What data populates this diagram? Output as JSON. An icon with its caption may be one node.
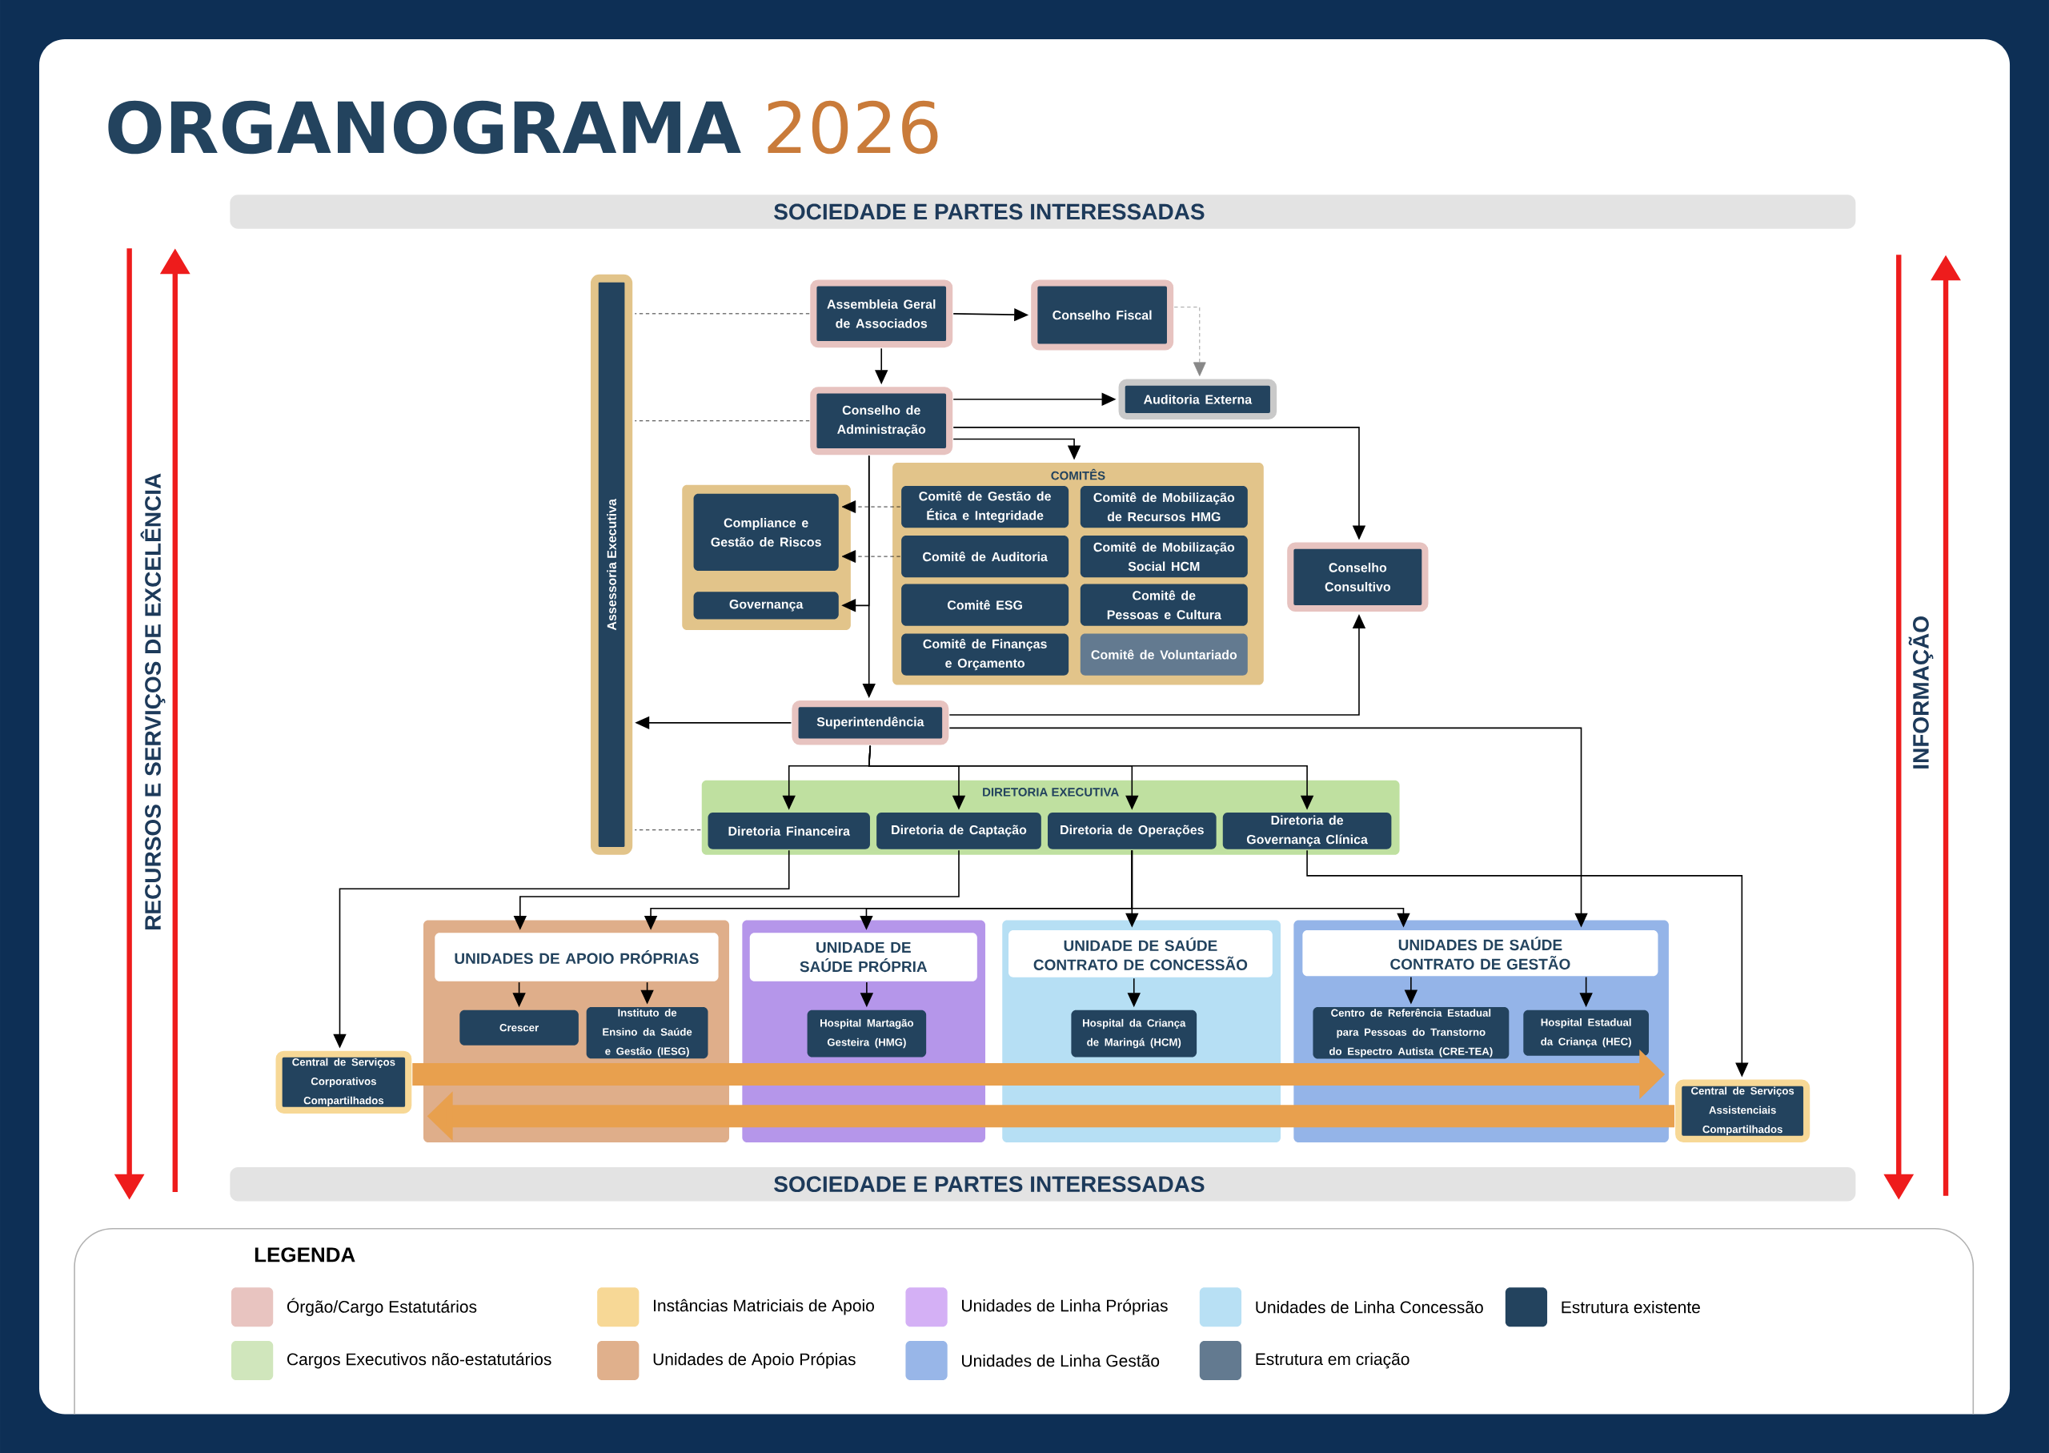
{
  "diagram": {
    "title": "ORGANOGRAMA",
    "nodes": [
      {
        "text": [
          "Assessoria Executiva"
        ]
      },
      {
        "text": [
          "Assembleia Geral de Associados"
        ]
      },
      {
        "text": [
          "Conselho Fiscal"
        ]
      },
      {
        "text": [
          "Auditoria Externa"
        ]
      },
      {
        "text": [
          "Conselho de Administração"
        ]
      },
      {
        "text": [],
        "shape": "box"
      },
      {
        "text": [
          "Compliance e Gestão de Riscos"
        ],
        "in": 5
      },
      {
        "text": [
          "Governança"
        ],
        "in": 5
      },
      {
        "text": [
          "COMITÊS"
        ]
      },
      {
        "text": [
          "Comitê de Gestão de Ética e Integridade"
        ],
        "in": 8
      },
      {
        "text": [
          "Comitê de Mobilização de Recursos HMG"
        ],
        "in": 8
      },
      {
        "text": [
          "Comitê de Auditoria"
        ],
        "in": 8
      },
      {
        "text": [
          "Comitê de Mobilização Social HCM"
        ],
        "in": 8
      },
      {
        "text": [
          "Comitê ESG"
        ],
        "in": 8
      },
      {
        "text": [
          "Comitê de Pessoas e Cultura"
        ],
        "in": 8
      },
      {
        "text": [
          "Comitê de Finanças e Orçamento"
        ],
        "in": 8
      },
      {
        "text": [
          "Comitê de Voluntariado"
        ],
        "in": 8
      },
      {
        "text": [
          "Conselho Consultivo"
        ]
      },
      {
        "text": [
          "Superintendência"
        ]
      },
      {
        "text": [
          "DIRETORIA EXECUTIVA"
        ]
      },
      {
        "text": [
          "Diretoria Financeira"
        ],
        "in": 19
      },
      {
        "text": [
          "Diretoria de Captação"
        ],
        "in": 19
      },
      {
        "text": [
          "Diretoria de Operações"
        ],
        "in": 19
      },
      {
        "text": [
          "Diretoria de Governança Clínica"
        ],
        "in": 19
      },
      {
        "text": [
          "Central de Serviços Corporativos Compartilhados"
        ]
      },
      {
        "text": [],
        "shape": "box"
      },
      {
        "text": [
          "UNIDADES DE APOIO PRÓPRIAS"
        ],
        "in": 25
      },
      {
        "text": [
          "Crescer"
        ],
        "in": 25
      },
      {
        "text": [
          "Instituto de Ensino da Saúde e Gestão (IESG)"
        ],
        "in": 25
      },
      {
        "text": [],
        "shape": "box"
      },
      {
        "text": [
          "UNIDADE DE SAÚDE PRÓPRIA"
        ],
        "in": 29
      },
      {
        "text": [
          "Hospital Martagão Gesteira (HMG)"
        ],
        "in": 29
      },
      {
        "text": [],
        "shape": "box"
      },
      {
        "text": [
          "UNIDADE DE SAÚDE CONTRATO DE CONCESSÃO"
        ],
        "in": 32
      },
      {
        "text": [
          "Hospital da Criança de Maringá (HCM)"
        ],
        "in": 32
      },
      {
        "text": [],
        "shape": "box"
      },
      {
        "text": [
          "UNIDADES DE SAÚDE CONTRATO DE GESTÃO"
        ],
        "in": 35
      },
      {
        "text": [
          "Centro de Referência Estadual para Pessoas do Transtorno do Espectro Autista (CRE-TEA)"
        ],
        "in": 35
      },
      {
        "text": [
          "Hospital Estadual da Criança (HEC)"
        ],
        "in": 35
      },
      {
        "text": [
          "Central de Serviços Assistenciais Compartilhados"
        ]
      }
    ],
    "edges": [
      {
        "from": 1,
        "to": 2,
        "arrow": "to"
      },
      {
        "from": 1,
        "to": 4,
        "arrow": "to"
      },
      {
        "from": 1,
        "to": 0,
        "arrow": "none",
        "style": "dashed"
      },
      {
        "from": 4,
        "to": 0,
        "arrow": "none",
        "style": "dashed"
      },
      {
        "from": 2,
        "to": 3,
        "arrow": "to",
        "style": "dashed",
        "color": "#888888"
      },
      {
        "from": 4,
        "to": 3,
        "arrow": "to"
      },
      {
        "from": 4,
        "to": 17,
        "arrow": "to"
      },
      {
        "from": 4,
        "to": 8,
        "arrow": "to"
      },
      {
        "from": 4,
        "to": 18,
        "arrow": "to"
      },
      {
        "from": 4,
        "to": 7,
        "arrow": "to"
      },
      {
        "from": 9,
        "to": 6,
        "arrow": "to",
        "style": "dashed"
      },
      {
        "from": 11,
        "to": 6,
        "arrow": "to",
        "style": "dashed"
      },
      {
        "from": 18,
        "to": 0,
        "arrow": "to"
      },
      {
        "from": 18,
        "to": 17,
        "arrow": "to"
      },
      {
        "from": 18,
        "to": 20,
        "arrow": "to"
      },
      {
        "from": 18,
        "to": 21,
        "arrow": "to"
      },
      {
        "from": 18,
        "to": 22,
        "arrow": "to"
      },
      {
        "from": 18,
        "to": 23,
        "arrow": "to"
      },
      {
        "from": 19,
        "to": 0,
        "arrow": "none",
        "style": "dashed"
      },
      {
        "from": 20,
        "to": 24,
        "arrow": "to"
      },
      {
        "from": 21,
        "to": 26,
        "arrow": "to"
      },
      {
        "from": 22,
        "to": 26,
        "arrow": "to"
      },
      {
        "from": 22,
        "to": 30,
        "arrow": "to"
      },
      {
        "from": 22,
        "to": 33,
        "arrow": "to"
      },
      {
        "from": 22,
        "to": 36,
        "arrow": "to"
      },
      {
        "from": 23,
        "to": 39,
        "arrow": "to"
      },
      {
        "from": 18,
        "to": 36,
        "arrow": "to"
      },
      {
        "from": 26,
        "to": 27,
        "arrow": "to"
      },
      {
        "from": 26,
        "to": 28,
        "arrow": "to"
      },
      {
        "from": 30,
        "to": 31,
        "arrow": "to"
      },
      {
        "from": 33,
        "to": 34,
        "arrow": "to"
      },
      {
        "from": 36,
        "to": 37,
        "arrow": "to"
      },
      {
        "from": 36,
        "to": 38,
        "arrow": "to"
      },
      {
        "from": 24,
        "to": 39,
        "arrow": "to",
        "style": "thick",
        "color": "#e8a04e"
      },
      {
        "from": 39,
        "to": 24,
        "arrow": "to",
        "style": "thick",
        "color": "#e8a04e"
      }
    ],
    "labels": [
      "2026",
      "SOCIEDADE E PARTES INTERESSADAS",
      "RECURSOS E SERVIÇOS DE EXCELÊNCIA",
      "INFORMAÇÃO",
      "SOCIEDADE E PARTES INTERESSADAS",
      "LEGENDA"
    ],
    "legend": [
      {
        "text": "Órgão/Cargo Estatutários",
        "color": "#e8c4c0"
      },
      {
        "text": "Instâncias Matriciais de Apoio",
        "color": "#f7d896"
      },
      {
        "text": "Unidades de Linha Próprias",
        "color": "#d4b0f5"
      },
      {
        "text": "Unidades de Linha Concessão",
        "color": "#b8e0f4"
      },
      {
        "text": "Estrutura existente",
        "color": "#23435e"
      },
      {
        "text": "Cargos Executivos não-estatutários",
        "color": "#d0e6bc"
      },
      {
        "text": "Unidades de Apoio Própias",
        "color": "#e0b08c"
      },
      {
        "text": "Unidades de Linha Gestão",
        "color": "#98b6e8"
      },
      {
        "text": "Estrutura em criação",
        "color": "#637a90"
      }
    ]
  }
}
